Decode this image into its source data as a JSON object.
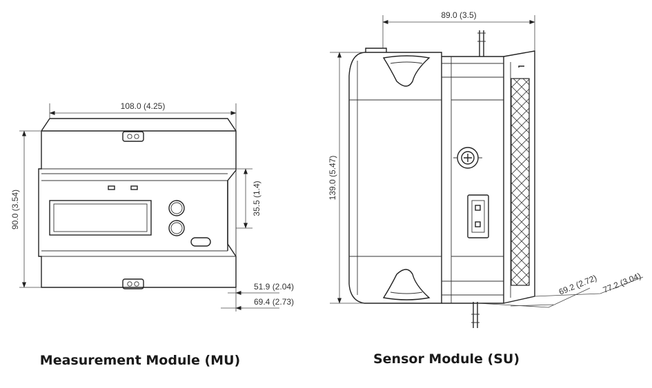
{
  "mu": {
    "caption": "Measurement Module (MU)",
    "dims": {
      "width": "108.0 (4.25)",
      "height": "90.0 (3.54)",
      "side": "35.5 (1.4)",
      "depth1": "51.9 (2.04)",
      "depth2": "69.4 (2.73)"
    }
  },
  "su": {
    "caption": "Sensor Module (SU)",
    "dims": {
      "width": "89.0 (3.5)",
      "height": "139.0 (5.47)",
      "depth1": "69.2 (2.72)",
      "depth2": "77.2 (3.04)"
    }
  }
}
